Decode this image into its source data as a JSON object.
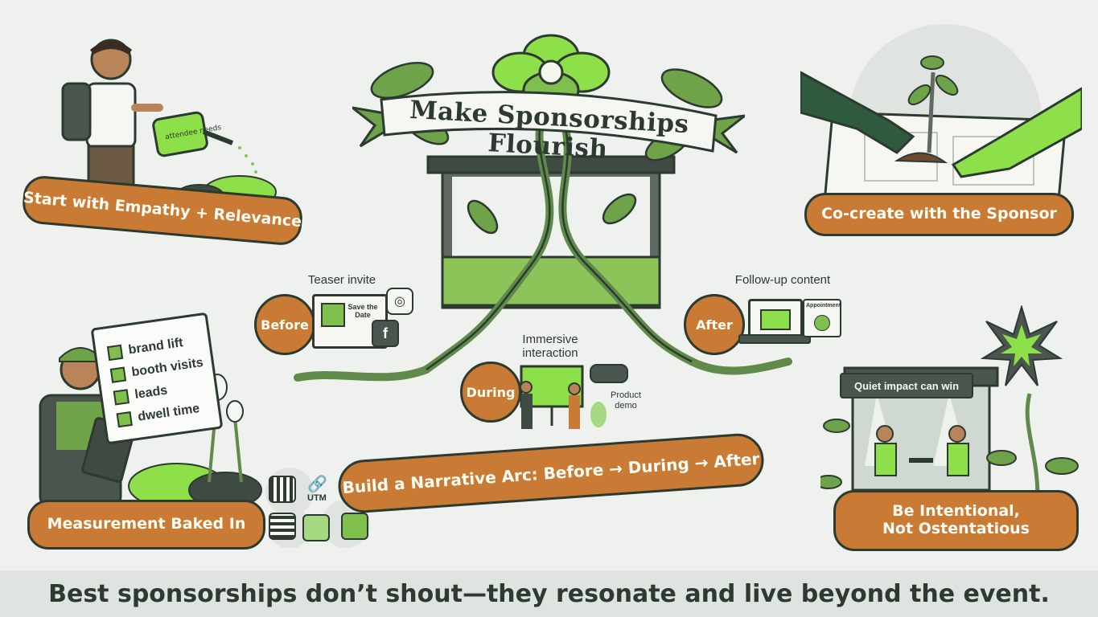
{
  "title": "Make Sponsorships Flourish",
  "quadrants": {
    "top_left": {
      "label": "Start with Empathy + Relevance",
      "watering_can_text": "attendee needs"
    },
    "top_right": {
      "label": "Co-create with the Sponsor"
    },
    "bottom_left": {
      "label": "Measurement Baked In",
      "checklist": [
        "brand lift",
        "booth visits",
        "leads",
        "dwell time"
      ],
      "utm_label": "UTM"
    },
    "bottom_right": {
      "label_line1": "Be Intentional,",
      "label_line2": "Not Ostentatious",
      "sign_text": "Quiet impact can win"
    }
  },
  "narrative": {
    "banner": "Build a Narrative Arc: Before → During → After",
    "stages": {
      "before": {
        "label": "Before",
        "caption": "Teaser invite",
        "calendar_text": "Save the Date"
      },
      "during": {
        "label": "During",
        "caption_line1": "Immersive",
        "caption_line2": "interaction",
        "demo_line1": "Product",
        "demo_line2": "demo"
      },
      "after": {
        "label": "After",
        "caption": "Follow-up content",
        "calendar_text": "Appointment"
      }
    }
  },
  "footer": "Best sponsorships don’t shout—they resonate and live beyond the event.",
  "colors": {
    "orange": "#c97a34",
    "dark": "#2c3a30",
    "green": "#7fbf4e",
    "bright_green": "#8de04a",
    "bg": "#eef1ee"
  },
  "icons": [
    "instagram-icon",
    "facebook-icon",
    "qr-code-icon",
    "link-icon",
    "id-badge-icon",
    "notes-icon",
    "vr-headset-icon",
    "envelope-icon",
    "calendar-icon"
  ]
}
